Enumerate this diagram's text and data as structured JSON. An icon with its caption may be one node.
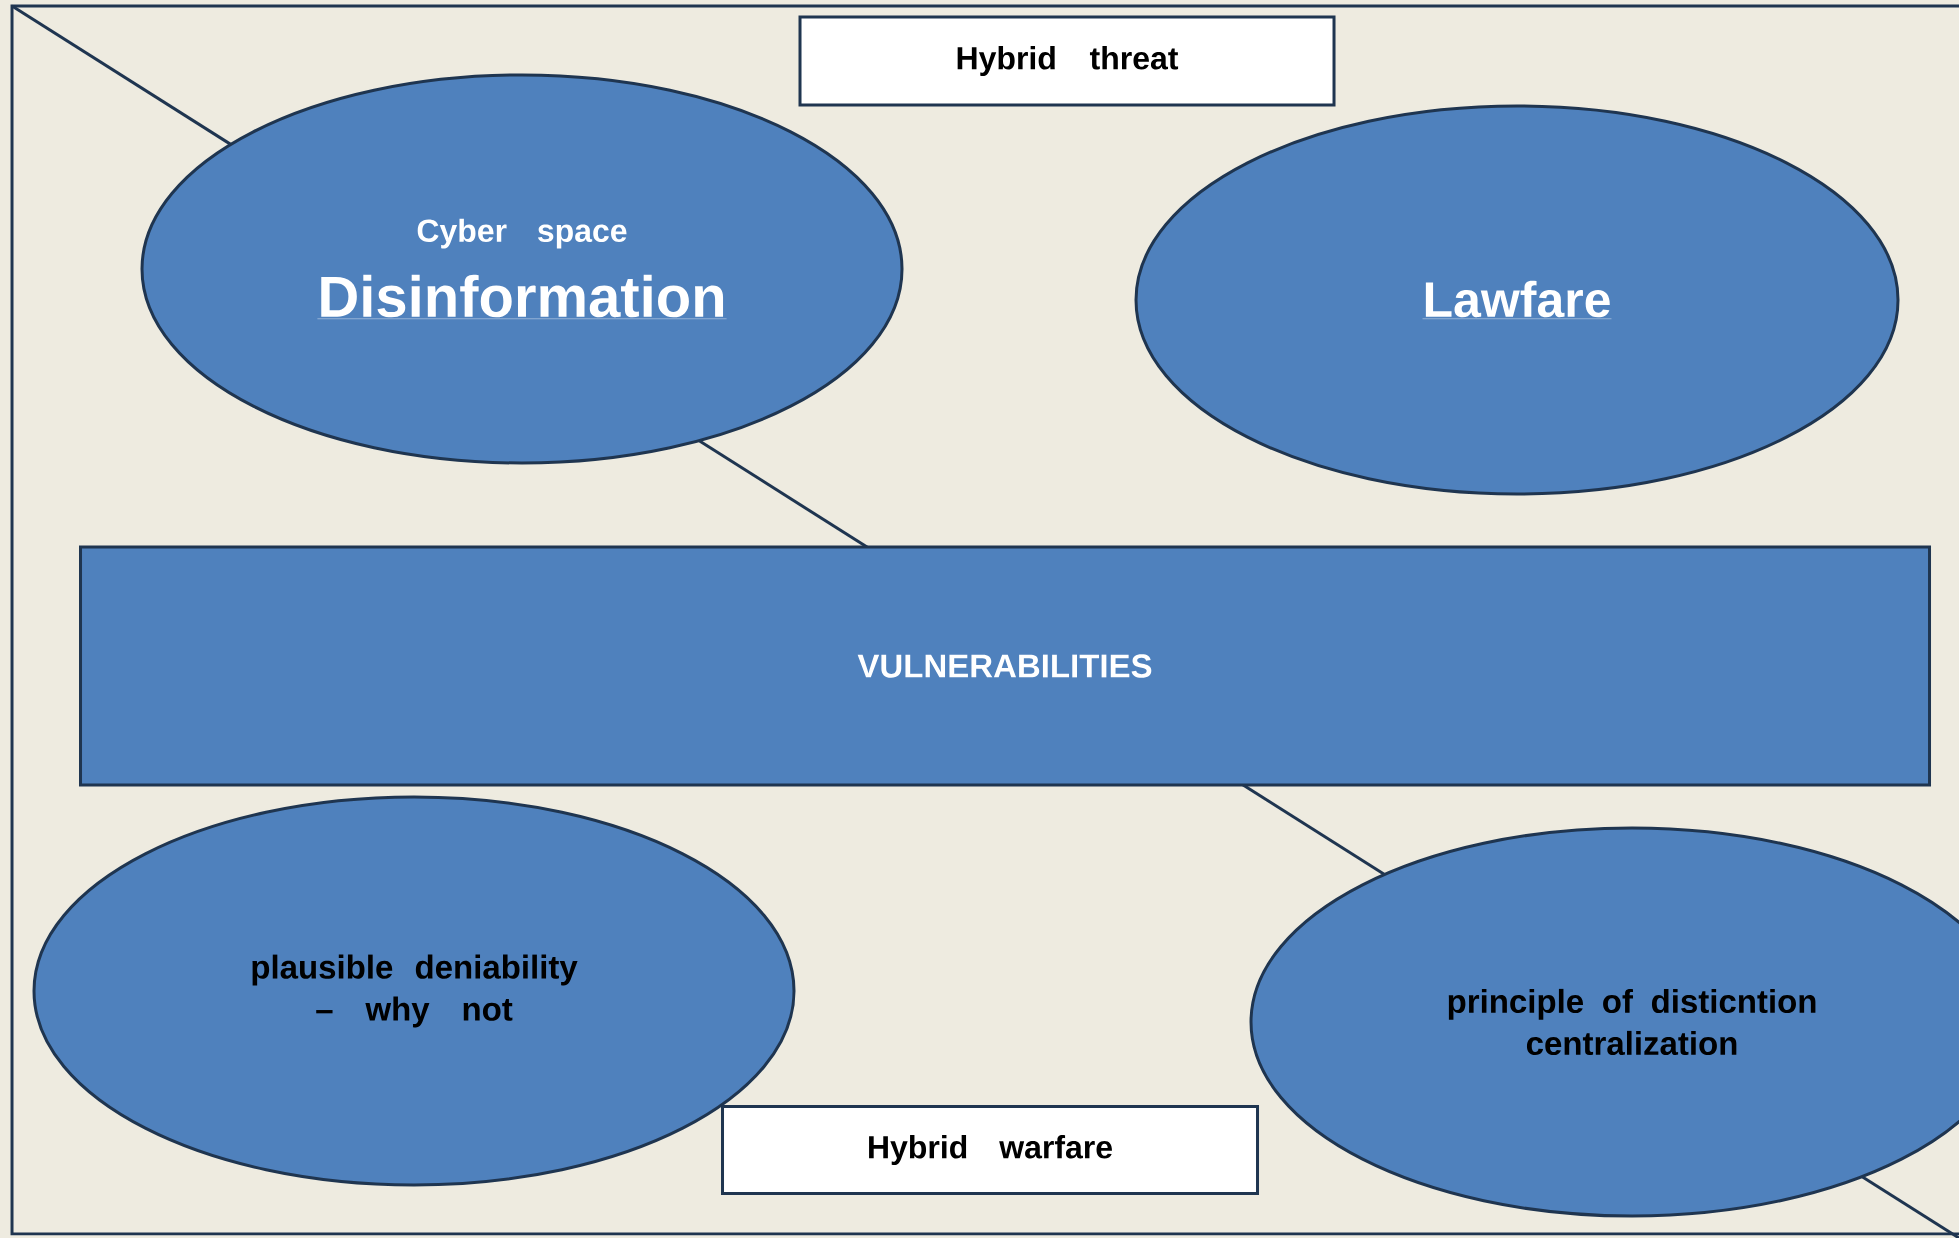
{
  "diagram": {
    "nodes": [
      {
        "text": [
          "Hybrid threat"
        ]
      },
      {
        "text": [
          "Cyber space",
          "Disinformation"
        ]
      },
      {
        "text": [
          "Lawfare"
        ]
      },
      {
        "text": [
          "VULNERABILITIES"
        ]
      },
      {
        "text": [
          "plausible deniability – why not"
        ]
      },
      {
        "text": [
          "principle of disticntion centralization"
        ]
      },
      {
        "text": [
          "Hybrid warfare"
        ]
      }
    ]
  }
}
